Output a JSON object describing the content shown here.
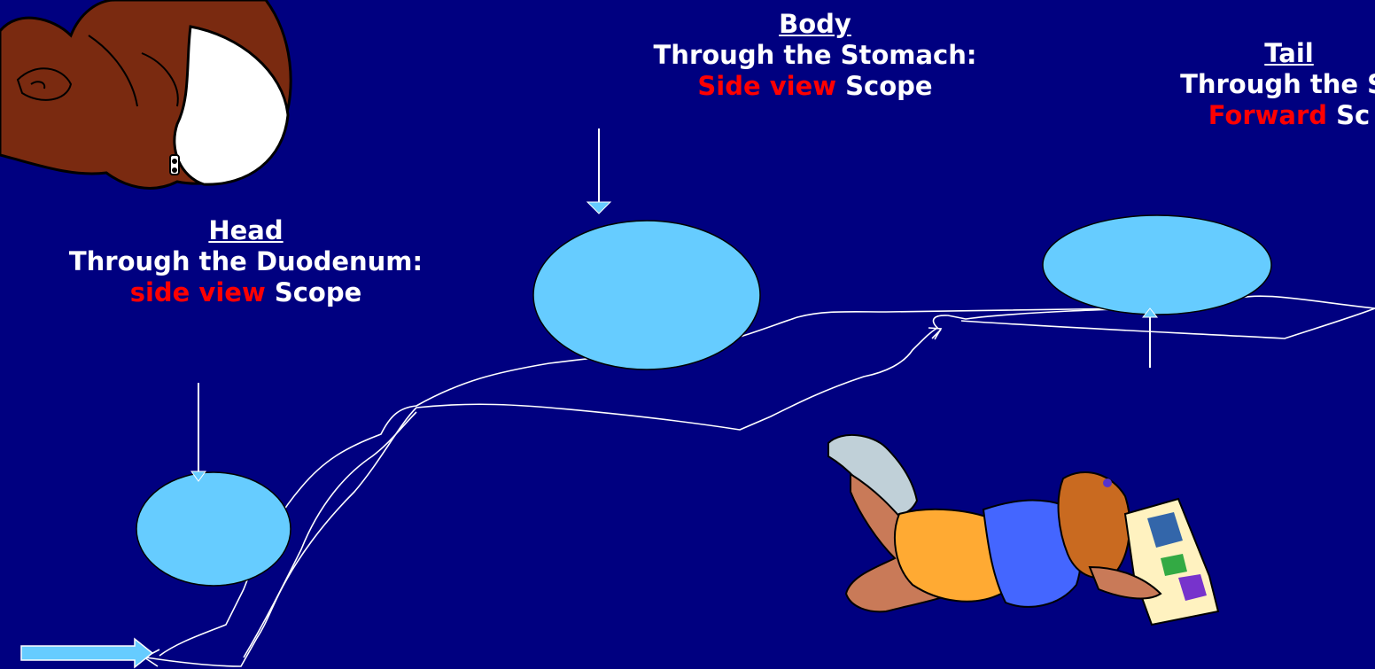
{
  "head": {
    "title": "Head",
    "line": "Through the Duodenum:",
    "scope_type": "side view",
    "scope_word": "Scope"
  },
  "body": {
    "title": "Body",
    "line": "Through the Stomach:",
    "scope_type": "Side view",
    "scope_word": "Scope"
  },
  "tail": {
    "title": "Tail",
    "line": "Through the St",
    "scope_type": "Forward",
    "scope_word": "Sc"
  },
  "colors": {
    "background": "#000080",
    "target": "#66ccff",
    "highlight": "#ff0000",
    "text": "#ffffff"
  },
  "icons": [
    "baby-clipart-icon",
    "girl-reading-clipart-icon"
  ]
}
